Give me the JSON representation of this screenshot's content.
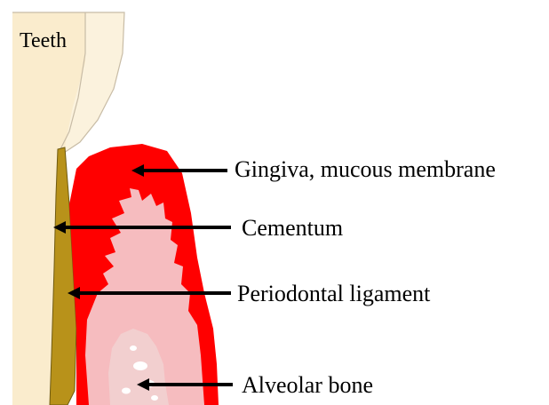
{
  "labels": {
    "teeth": "Teeth",
    "gingiva": "Gingiva, mucous membrane",
    "cementum": "Cementum",
    "periodontal_ligament": "Periodontal ligament",
    "alveolar_bone": "Alveolar bone"
  },
  "colors": {
    "tooth": "#faeccd",
    "tooth_outline": "#c8bca6",
    "enamel_crown": "#fbf2dd",
    "cementum": "#b8921a",
    "cementum_outline": "#6f5a10",
    "gingiva": "#ff0000",
    "connective_tissue": "#f6bcbf",
    "bone": "#f2cfcf",
    "marrow": "#ffffff",
    "arrow": "#000000"
  }
}
